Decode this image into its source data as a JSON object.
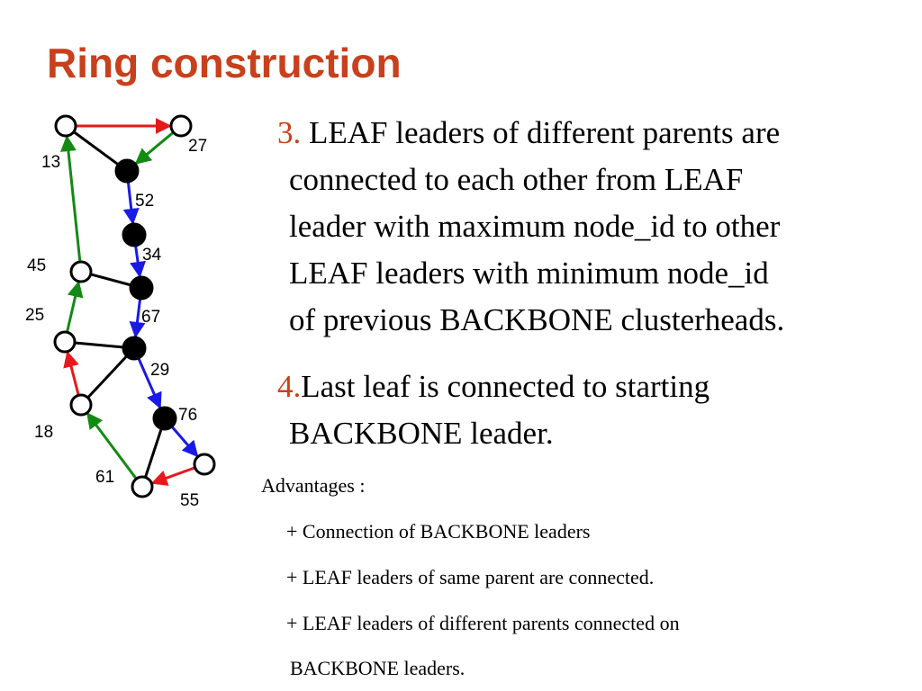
{
  "slide": {
    "title": "Ring construction"
  },
  "diagram": {
    "nodes": [
      {
        "id": "n13",
        "label": "13",
        "filled": false
      },
      {
        "id": "n27",
        "label": "27",
        "filled": false
      },
      {
        "id": "n52",
        "label": "52",
        "filled": true
      },
      {
        "id": "n34",
        "label": "34",
        "filled": true
      },
      {
        "id": "n45",
        "label": "45",
        "filled": false
      },
      {
        "id": "n67",
        "label": "67",
        "filled": true
      },
      {
        "id": "n25",
        "label": "25",
        "filled": false
      },
      {
        "id": "n29",
        "label": "29",
        "filled": true
      },
      {
        "id": "n18",
        "label": "18",
        "filled": false
      },
      {
        "id": "n76",
        "label": "76",
        "filled": true
      },
      {
        "id": "n55",
        "label": "55",
        "filled": false
      },
      {
        "id": "n61",
        "label": "61",
        "filled": false
      }
    ],
    "edges": [
      {
        "from": "n13",
        "to": "n27",
        "color": "red",
        "arrow": true
      },
      {
        "from": "n13",
        "to": "n52",
        "color": "black",
        "arrow": false
      },
      {
        "from": "n27",
        "to": "n52",
        "color": "green",
        "arrow": true
      },
      {
        "from": "n52",
        "to": "n34",
        "color": "blue",
        "arrow": true
      },
      {
        "from": "n34",
        "to": "n67",
        "color": "blue",
        "arrow": true
      },
      {
        "from": "n45",
        "to": "n67",
        "color": "black",
        "arrow": false
      },
      {
        "from": "n45",
        "to": "n13",
        "color": "green",
        "arrow": true
      },
      {
        "from": "n67",
        "to": "n29",
        "color": "blue",
        "arrow": true
      },
      {
        "from": "n25",
        "to": "n29",
        "color": "black",
        "arrow": false
      },
      {
        "from": "n25",
        "to": "n45",
        "color": "green",
        "arrow": true
      },
      {
        "from": "n29",
        "to": "n18",
        "color": "black",
        "arrow": false
      },
      {
        "from": "n18",
        "to": "n25",
        "color": "red",
        "arrow": true
      },
      {
        "from": "n29",
        "to": "n76",
        "color": "blue",
        "arrow": true
      },
      {
        "from": "n76",
        "to": "n55",
        "color": "blue",
        "arrow": true
      },
      {
        "from": "n76",
        "to": "n61",
        "color": "black",
        "arrow": false
      },
      {
        "from": "n55",
        "to": "n61",
        "color": "red",
        "arrow": true
      },
      {
        "from": "n61",
        "to": "n18",
        "color": "green",
        "arrow": true
      }
    ],
    "colors": {
      "red": "#e8181c",
      "green": "#138a13",
      "blue": "#1a1ae6",
      "black": "#000000"
    }
  },
  "points": [
    {
      "number": "3.",
      "lines": [
        "LEAF leaders of different parents are",
        "connected  to each other from LEAF",
        "leader with maximum node_id to other",
        "LEAF leaders with minimum node_id",
        "of previous BACKBONE clusterheads."
      ]
    },
    {
      "number": "4.",
      "lines": [
        "Last leaf is connected to starting",
        "BACKBONE leader."
      ]
    }
  ],
  "advantages": {
    "heading": "Advantages :",
    "items": [
      "+ Connection of BACKBONE leaders",
      "+ LEAF leaders of same parent are connected.",
      "+ LEAF leaders of different parents connected on",
      "BACKBONE leaders."
    ]
  }
}
